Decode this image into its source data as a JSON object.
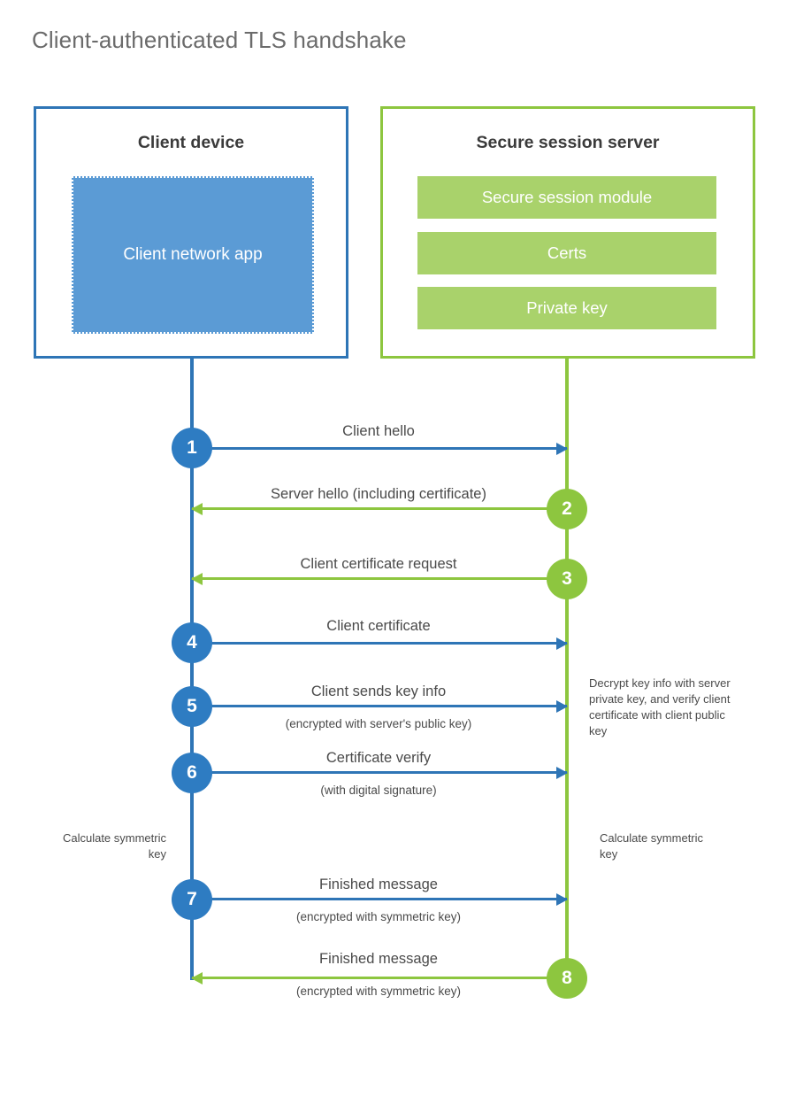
{
  "title": "Client-authenticated TLS handshake",
  "colors": {
    "client_blue": "#2e75b6",
    "client_circle_blue": "#2e7cc2",
    "client_app_blue": "#5b9bd5",
    "server_green": "#8dc63f",
    "server_bar_green": "#a9d26b",
    "text_gray": "#4a4a4a",
    "title_gray": "#6b6b6b"
  },
  "client": {
    "title": "Client device",
    "app_label": "Client network app"
  },
  "server": {
    "title": "Secure session server",
    "components": [
      {
        "label": "Secure session module"
      },
      {
        "label": "Certs"
      },
      {
        "label": "Private key"
      }
    ]
  },
  "steps": [
    {
      "number": "1",
      "label": "Client hello",
      "sublabel": "",
      "direction": "client-to-server"
    },
    {
      "number": "2",
      "label": "Server hello (including certificate)",
      "sublabel": "",
      "direction": "server-to-client"
    },
    {
      "number": "3",
      "label": "Client certificate request",
      "sublabel": "",
      "direction": "server-to-client"
    },
    {
      "number": "4",
      "label": "Client certificate",
      "sublabel": "",
      "direction": "client-to-server"
    },
    {
      "number": "5",
      "label": "Client sends key info",
      "sublabel": "(encrypted with server's public key)",
      "direction": "client-to-server"
    },
    {
      "number": "6",
      "label": "Certificate verify",
      "sublabel": "(with digital signature)",
      "direction": "client-to-server"
    },
    {
      "number": "7",
      "label": "Finished message",
      "sublabel": "(encrypted with symmetric key)",
      "direction": "client-to-server"
    },
    {
      "number": "8",
      "label": "Finished message",
      "sublabel": "(encrypted with symmetric key)",
      "direction": "server-to-client"
    }
  ],
  "notes": {
    "server_decrypt": "Decrypt key info with server private key, and verify client certificate with client public key",
    "client_calculate": "Calculate symmetric key",
    "server_calculate": "Calculate symmetric key"
  }
}
